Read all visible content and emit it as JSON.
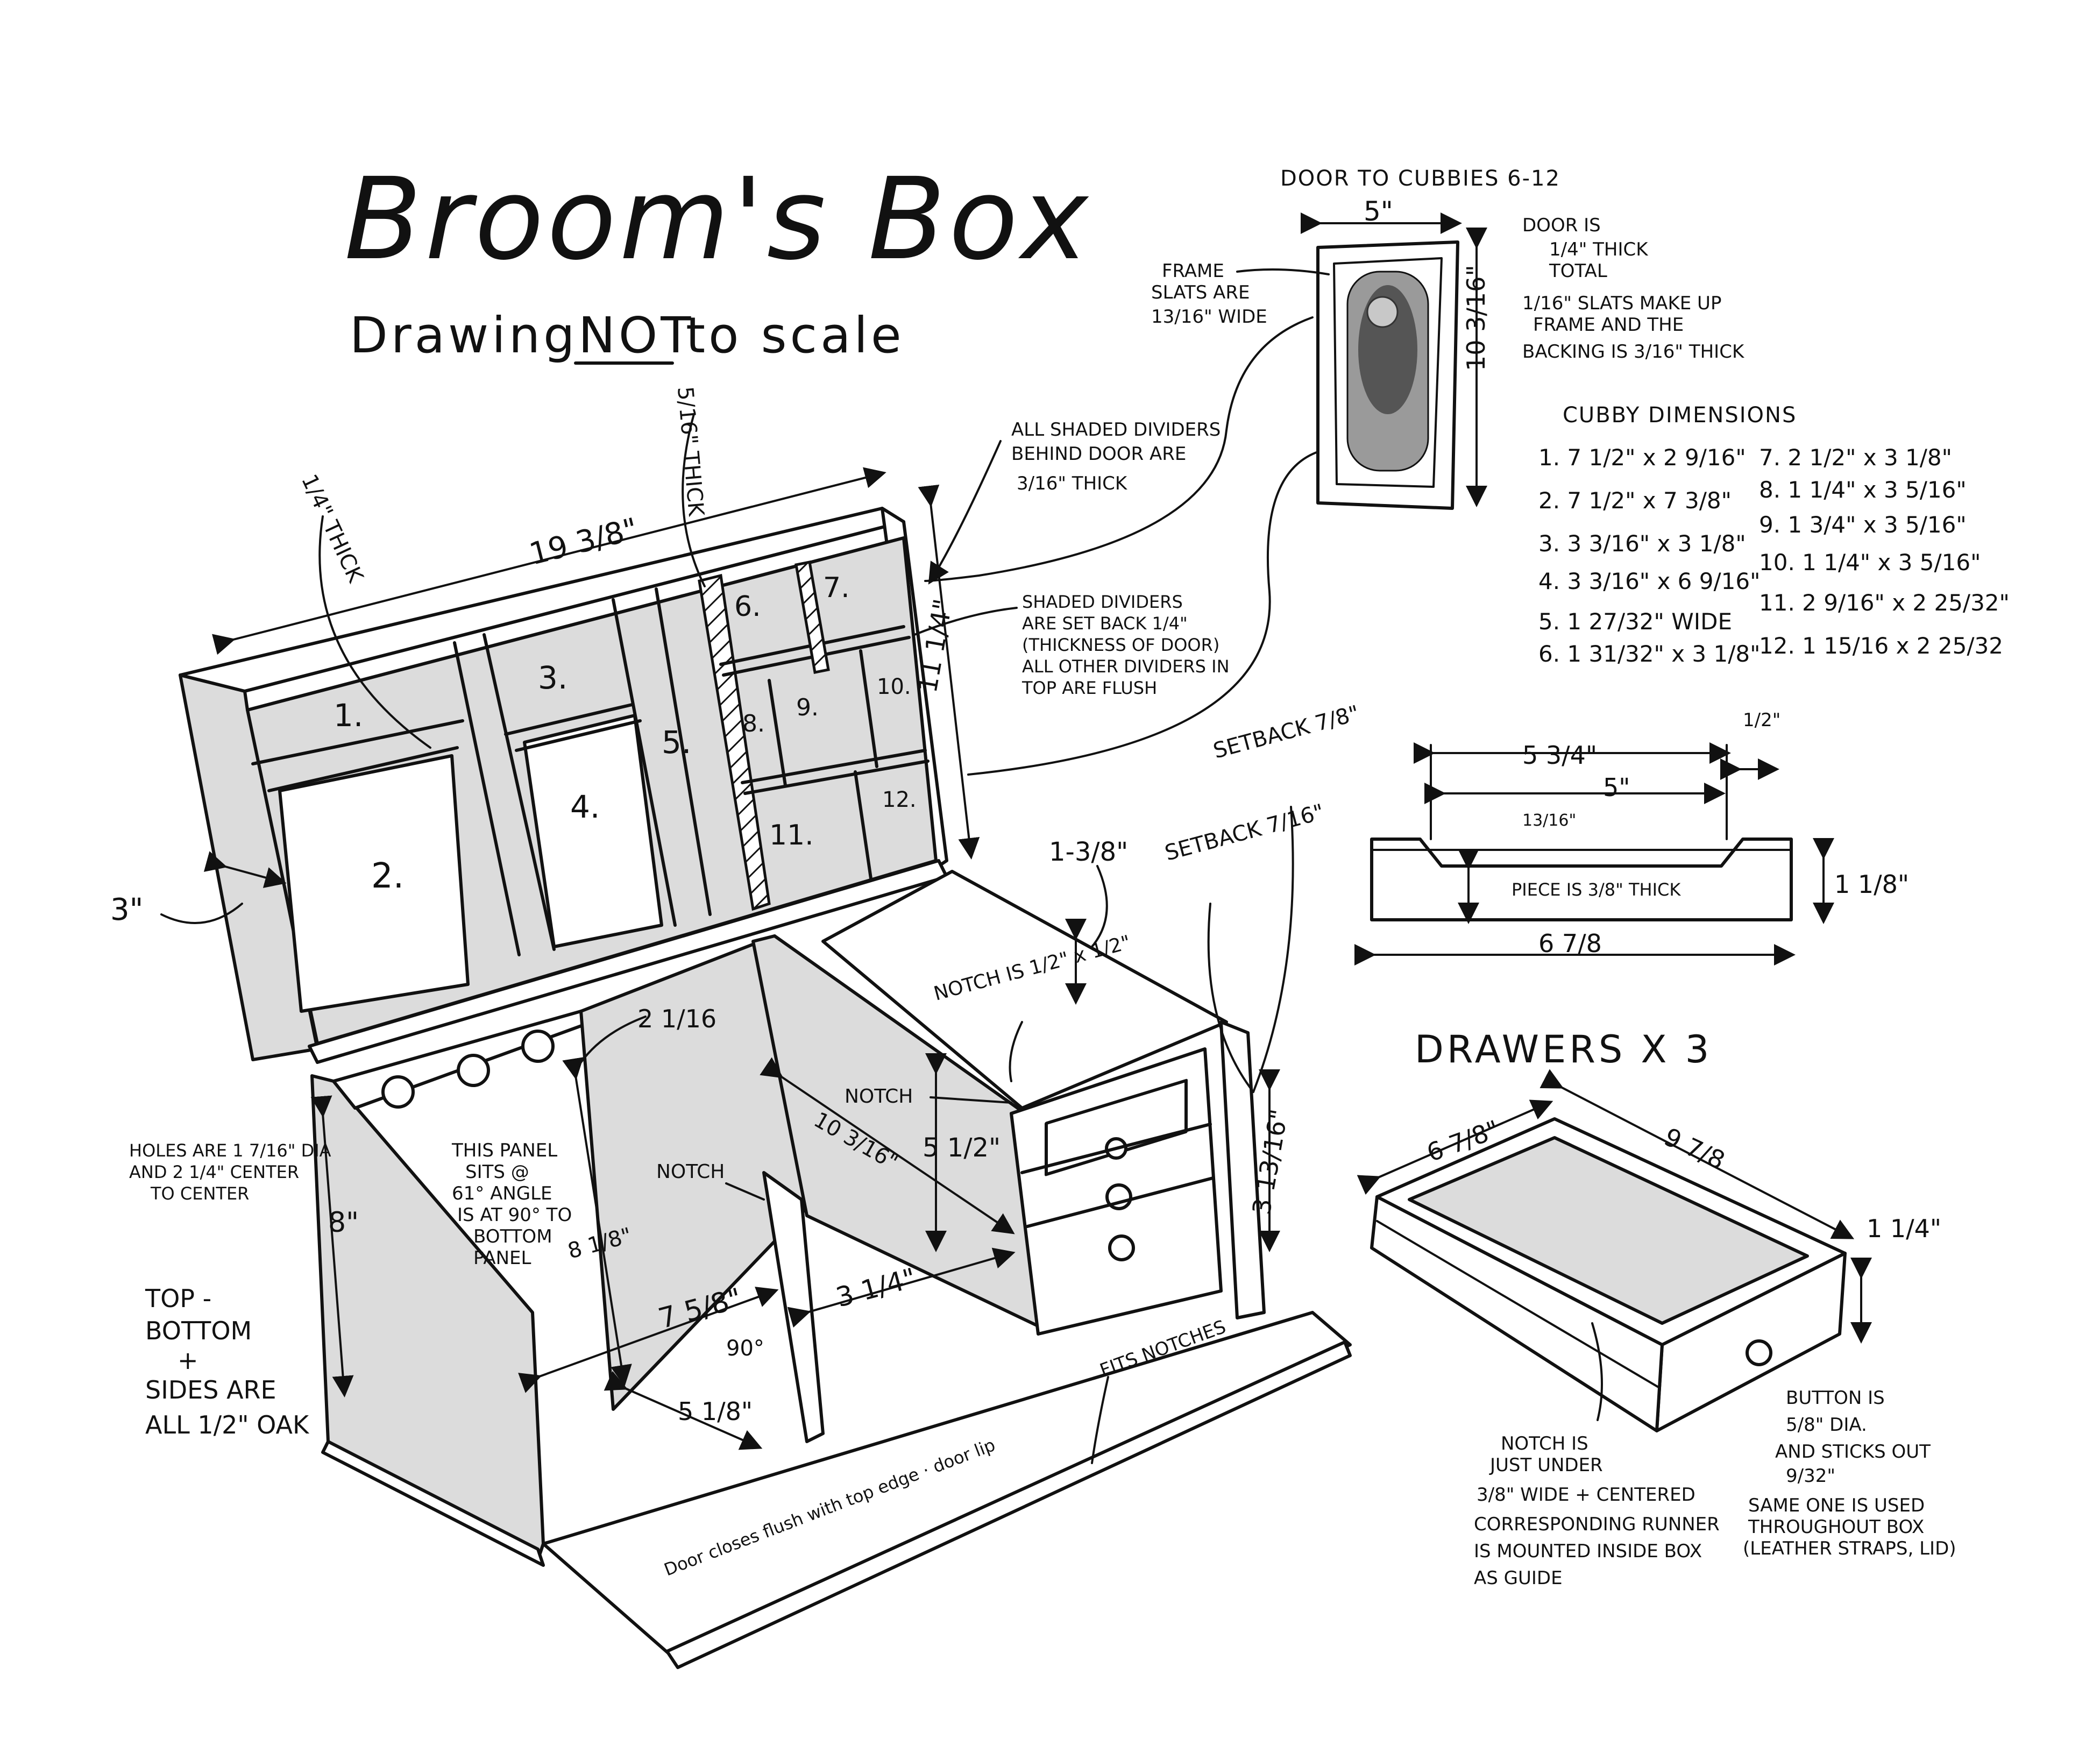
{
  "title": "Broom's Box",
  "subtitle_pre": "Drawing",
  "subtitle_emph": "NOT",
  "subtitle_post": "to scale",
  "box_labels": {
    "width_top": "19 3/8\"",
    "depth_side": "3\"",
    "quarter_thick": "1/4\" THICK",
    "five_sixteenths_thick": "5/16\" THICK",
    "height_right": "11 1/4\"",
    "notch_dim": "1-3/8\"",
    "setback_7_8": "SETBACK 7/8\"",
    "setback_7_16": "SETBACK 7/16\"",
    "dim_2_1_16": "2 1/16",
    "notch_is": "NOTCH IS 1/2\" x 1/2\"",
    "notch_a": "NOTCH",
    "notch_b": "NOTCH",
    "dim_10_3_16": "10 3/16\"",
    "dim_5_1_2": "5 1/2\"",
    "dim_3_13_16": "3 13/16\"",
    "dim_8": "8\"",
    "dim_8_1_8": "8 1/8\"",
    "dim_7_5_8": "7 5/8\"",
    "dim_3_1_4": "3 1/4\"",
    "dim_90": "90°",
    "dim_5_1_8": "5 1/8\"",
    "fits_notches": "FITS NOTCHES",
    "door_closes": "Door closes flush with top edge · door lip",
    "panel_note": [
      "THIS PANEL",
      "SITS @",
      "61° ANGLE",
      "IS AT 90° TO",
      "BOTTOM",
      "PANEL"
    ],
    "holes_note": [
      "HOLES ARE 1 7/16\" DIA",
      "AND 2 1/4\" CENTER",
      "TO CENTER"
    ],
    "oak_note": [
      "TOP -",
      "BOTTOM",
      "+",
      "SIDES ARE",
      "ALL 1/2\" OAK"
    ]
  },
  "cubbies": [
    "1.",
    "2.",
    "3.",
    "4.",
    "5.",
    "6.",
    "7.",
    "8.",
    "9.",
    "10.",
    "11.",
    "12."
  ],
  "dividers_notes": {
    "all_shaded": [
      "ALL SHADED DIVIDERS",
      "BEHIND DOOR ARE",
      "3/16\" THICK"
    ],
    "shaded_setback": [
      "SHADED DIVIDERS",
      "ARE SET BACK 1/4\"",
      "(THICKNESS OF DOOR)",
      "ALL OTHER DIVIDERS IN",
      "TOP ARE FLUSH"
    ]
  },
  "door": {
    "heading": "DOOR TO CUBBIES 6-12",
    "width": "5\"",
    "height": "10 3/16\"",
    "frame_note": [
      "FRAME",
      "SLATS ARE",
      "13/16\" WIDE"
    ],
    "thickness_note": [
      "DOOR IS",
      "1/4\" THICK",
      "TOTAL",
      "1/16\" SLATS MAKE UP",
      "FRAME AND THE",
      "BACKING IS 3/16\" THICK"
    ]
  },
  "cubby_dimensions": {
    "heading": "CUBBY DIMENSIONS",
    "left": [
      "1. 7 1/2\" x 2 9/16\"",
      "2. 7 1/2\" x 7 3/8\"",
      "3. 3 3/16\" x 3 1/8\"",
      "4. 3 3/16\" x 6 9/16\"",
      "5. 1 27/32\" WIDE",
      "6. 1 31/32\" x 3 1/8\""
    ],
    "right": [
      "7. 2 1/2\" x 3 1/8\"",
      "8. 1 1/4\" x 3 5/16\"",
      "9. 1 3/4\" x 3 5/16\"",
      "10. 1 1/4\" x 3 5/16\"",
      "11. 2 9/16\" x 2 25/32\"",
      "12. 1 15/16 x 2 25/32"
    ]
  },
  "lip_piece": {
    "top_width": "5 3/4\"",
    "inner_width": "5\"",
    "half": "1/2\"",
    "slot": "13/16\"",
    "piece_note": "PIECE IS 3/8\" THICK",
    "height": "1 1/8\"",
    "total_width": "6 7/8"
  },
  "drawers": {
    "heading": "DRAWERS X 3",
    "depth": "6 7/8\"",
    "width": "9 7/8",
    "height": "1 1/4\"",
    "notch_note": [
      "NOTCH IS",
      "JUST UNDER",
      "3/8\" WIDE + CENTERED",
      "CORRESPONDING RUNNER",
      "IS MOUNTED INSIDE BOX",
      "AS GUIDE"
    ],
    "button_note": [
      "BUTTON IS",
      "5/8\" DIA.",
      "AND STICKS OUT",
      "9/32\"",
      "SAME ONE IS USED",
      "THROUGHOUT BOX",
      "(LEATHER STRAPS, LID)"
    ]
  }
}
